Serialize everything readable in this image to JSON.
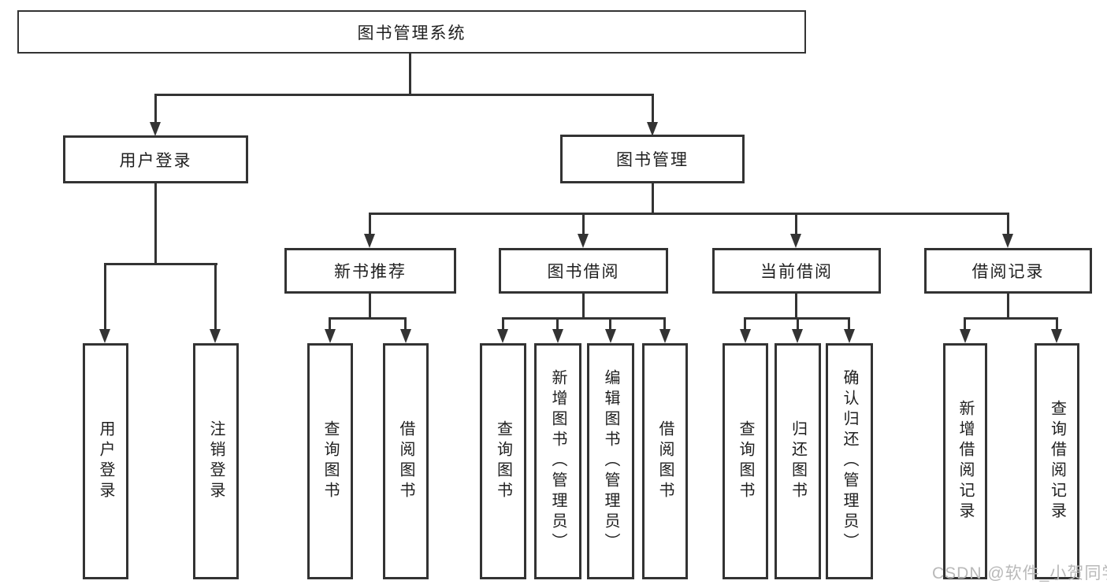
{
  "diagram": {
    "root": {
      "label": "图书管理系统"
    },
    "branches": [
      {
        "label": "用户登录",
        "children": [
          {
            "label": "用户登录"
          },
          {
            "label": "注销登录"
          }
        ]
      },
      {
        "label": "图书管理",
        "children": [
          {
            "label": "新书推荐",
            "children": [
              {
                "label": "查询图书"
              },
              {
                "label": "借阅图书"
              }
            ]
          },
          {
            "label": "图书借阅",
            "children": [
              {
                "label": "查询图书"
              },
              {
                "label": "新增图书（管理员）"
              },
              {
                "label": "编辑图书（管理员）"
              },
              {
                "label": "借阅图书"
              }
            ]
          },
          {
            "label": "当前借阅",
            "children": [
              {
                "label": "查询图书"
              },
              {
                "label": "归还图书"
              },
              {
                "label": "确认归还（管理员）"
              }
            ]
          },
          {
            "label": "借阅记录",
            "children": [
              {
                "label": "新增借阅记录"
              },
              {
                "label": "查询借阅记录"
              }
            ]
          }
        ]
      }
    ]
  },
  "watermark": {
    "text": "CSDN @软件_小贺同学"
  },
  "colors": {
    "line": "#333333",
    "text": "#1f1f1f",
    "watermark": "#b9b9b9",
    "background": "#ffffff"
  }
}
